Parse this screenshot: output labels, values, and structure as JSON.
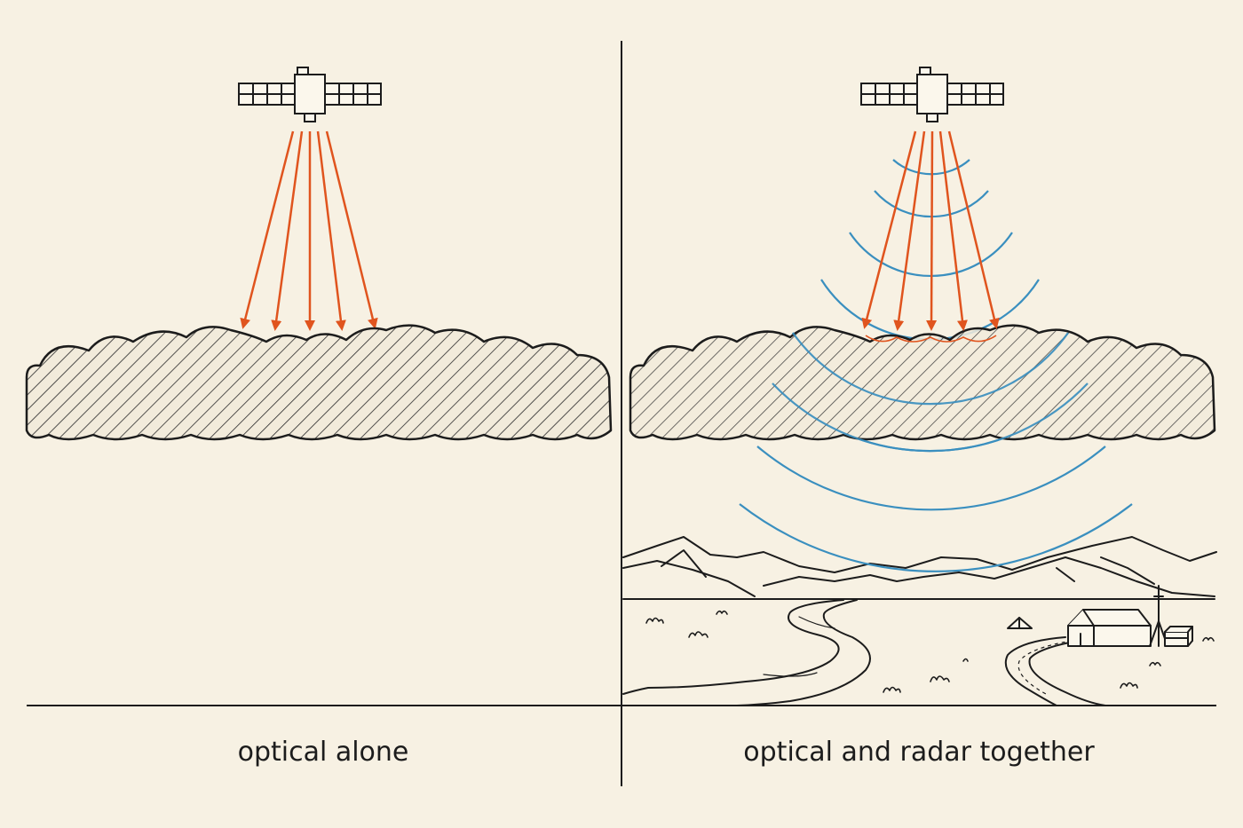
{
  "panels": {
    "left": {
      "caption": "optical alone"
    },
    "right": {
      "caption": "optical and radar together"
    }
  },
  "colors": {
    "background": "#f7f1e3",
    "ink": "#1c1c1c",
    "optical_arrows": "#e0541e",
    "radar_waves": "#3a8fbf"
  },
  "icons": {
    "satellite": "satellite-icon",
    "cloud": "cloud-layer",
    "tent": "tent-icon",
    "building": "building-icon",
    "antenna": "antenna-icon",
    "crate": "crate-icon"
  }
}
